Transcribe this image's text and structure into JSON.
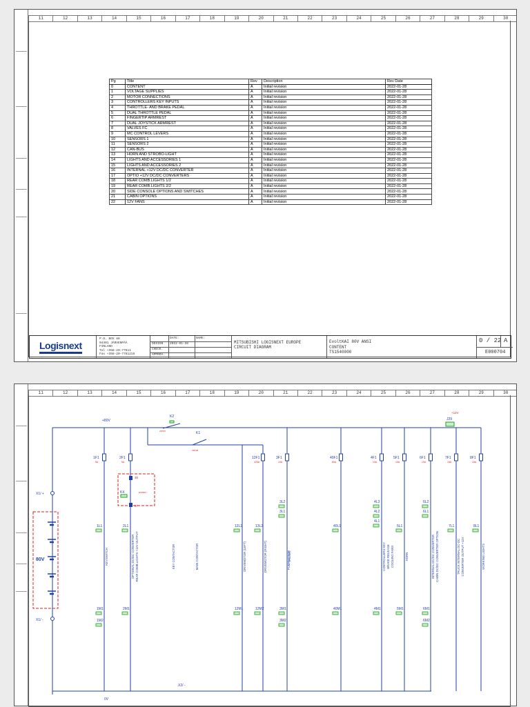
{
  "column_numbers": [
    "11",
    "12",
    "13",
    "14",
    "15",
    "16",
    "17",
    "18",
    "19",
    "20",
    "21",
    "22",
    "23",
    "24",
    "25",
    "26",
    "27",
    "28",
    "29",
    "30"
  ],
  "toc": {
    "headers": [
      "Pg",
      "Title",
      "Rev",
      "Description",
      "Rev Date"
    ],
    "rows": [
      [
        "0",
        "CONTENT",
        "A",
        "Initial revision",
        "2022-01-28"
      ],
      [
        "1",
        "VOLTAGE SUPPLIES",
        "A",
        "Initial revision",
        "2022-01-28"
      ],
      [
        "2",
        "MOTOR CONNECTIONS",
        "A",
        "Initial revision",
        "2022-01-28"
      ],
      [
        "3",
        "CONTROLLERS KEY INPUTS",
        "A",
        "Initial revision",
        "2022-01-28"
      ],
      [
        "4",
        "THROTTLE- AND BRAKE PEDAL",
        "A",
        "Initial revision",
        "2022-01-28"
      ],
      [
        "5",
        "DUAL THROTTLE PEDAL",
        "A",
        "Initial revision",
        "2022-01-28"
      ],
      [
        "6",
        "FINGERTIP ARMREST",
        "A",
        "Initial revision",
        "2022-01-28"
      ],
      [
        "7",
        "DUAL JOYSTICK ARMREST",
        "A",
        "Initial revision",
        "2022-01-28"
      ],
      [
        "8",
        "VALVES FC",
        "A",
        "Initial revision",
        "2022-01-28"
      ],
      [
        "9",
        "MC CONTROL LEVERS",
        "A",
        "Initial revision",
        "2022-01-28"
      ],
      [
        "10",
        "SENSORS 1",
        "A",
        "Initial revision",
        "2022-01-28"
      ],
      [
        "11",
        "SENSORS 2",
        "A",
        "Initial revision",
        "2022-01-28"
      ],
      [
        "12",
        "CAN-BUS",
        "A",
        "Initial revision",
        "2022-01-28"
      ],
      [
        "13",
        "HORN AND STROBO-LIGHT",
        "A",
        "Initial revision",
        "2022-01-28"
      ],
      [
        "14",
        "LIGHTS AND ACCESSORIES 1",
        "A",
        "Initial revision",
        "2022-01-28"
      ],
      [
        "15",
        "LIGHTS AND ACCESSORIES 2",
        "A",
        "Initial revision",
        "2022-01-28"
      ],
      [
        "16",
        "INTERNAL +12V DC/DC CONVERTER",
        "A",
        "Initial revision",
        "2022-01-28"
      ],
      [
        "17",
        "OPTIO +12V DC/DC CONVERTERS",
        "A",
        "Initial revision",
        "2022-01-28"
      ],
      [
        "18",
        "REAR COMB.LIGHTS 1/2",
        "A",
        "Initial revision",
        "2022-01-28"
      ],
      [
        "19",
        "REAR COMB.LIGHTS 2/2",
        "A",
        "Initial revision",
        "2022-01-28"
      ],
      [
        "20",
        "SIDE CONSOLE OPTIONS AND SWITCHES",
        "A",
        "Initial revision",
        "2022-01-28"
      ],
      [
        "21",
        "CABIN OPTIONS",
        "A",
        "Initial revision",
        "2022-01-28"
      ],
      [
        "22",
        "12V FANS",
        "A",
        "Initial revision",
        "2022-01-28"
      ]
    ]
  },
  "title_block": {
    "logo": "Logisnext",
    "address": [
      "P.O. BOX 88",
      "04401 JÄRVENPÄÄ",
      "FINLAND",
      "Tel +358-20-77811",
      "Fax +358-20-7781216"
    ],
    "date_label": "DATE:",
    "name_label": "NAME:",
    "design_label": "DESIGN",
    "design_date": "2022-01-28",
    "check_label": "CHECK.",
    "approv_label": "APPROV.",
    "company": "MITSUBISHI LOGISNEXT EUROPE",
    "doc_type": "CIRCUIT DIAGRAM",
    "product": "EvoltKAI 80V ANSI",
    "page_title": "CONTENT",
    "doc_number": "TS1540000",
    "page_of": "0 / 22",
    "revision": "A",
    "drawing_number": "E000704"
  },
  "diagram": {
    "plus80v": "+80V",
    "zero_v": "0V",
    "plus12v": "+12V",
    "battery": "80V",
    "x1_plus": "X1/ +",
    "x1_minus": "X1/ -",
    "x2_minus": "X2/ -",
    "k1": "K1",
    "k2": "K2",
    "k4": "K4",
    "j29": "J29",
    "fuses": [
      "1F1",
      "2F1",
      "12F1",
      "3F1",
      "40F1",
      "4F1",
      "5F1",
      "6F1",
      "7F1",
      "8F1"
    ],
    "fuse_ratings": [
      "5A",
      "5A",
      "425A",
      "10A",
      "80A",
      "10A",
      "10A",
      "10A",
      "15A",
      "15A"
    ],
    "connectors_mid": [
      "12L1",
      "13L2",
      "3L2",
      "3L1",
      "40L1",
      "4L3",
      "4L2",
      "4L1",
      "5L1",
      "6L2",
      "6L1",
      "7L1",
      "8L1",
      "1L1",
      "2L1"
    ],
    "connectors_bot": [
      "1M1",
      "1M2",
      "2M1",
      "12M1",
      "12M2",
      "3M1",
      "3M2",
      "40M1",
      "4M1",
      "5M1",
      "6M1",
      "6M2"
    ],
    "labels": [
      "KEYSWITCH",
      "OPTIONAL DC/DC CONVERTER\nREAR COMB.LIGHTS +12V OUTPUT",
      "KEY CONTACTOR",
      "MAIN CONTACTOR",
      "DRIVEMOTOR (LEFT)",
      "DRIVEMOTOR (RIGHT)",
      "PUMPMOTOR",
      "VALVES",
      "CONTROLLERS KEY\nBRAKE RELEASE\nCOOLING FANS",
      "HORN",
      "INTERNAL DC/DC CONVERTER\nCABIN DC/DC CONVERTER OPTION",
      "TRUCK INTERNAL DC-DC\nCONVERTER OUTPUT +12V",
      "WORKING LIGHTS"
    ],
    "k4_ref": "8/4/5B/1"
  },
  "colors": {
    "wire": "#1f3fa8",
    "red": "#d81f1f",
    "green": "#1aa31a",
    "frame": "#555555"
  }
}
